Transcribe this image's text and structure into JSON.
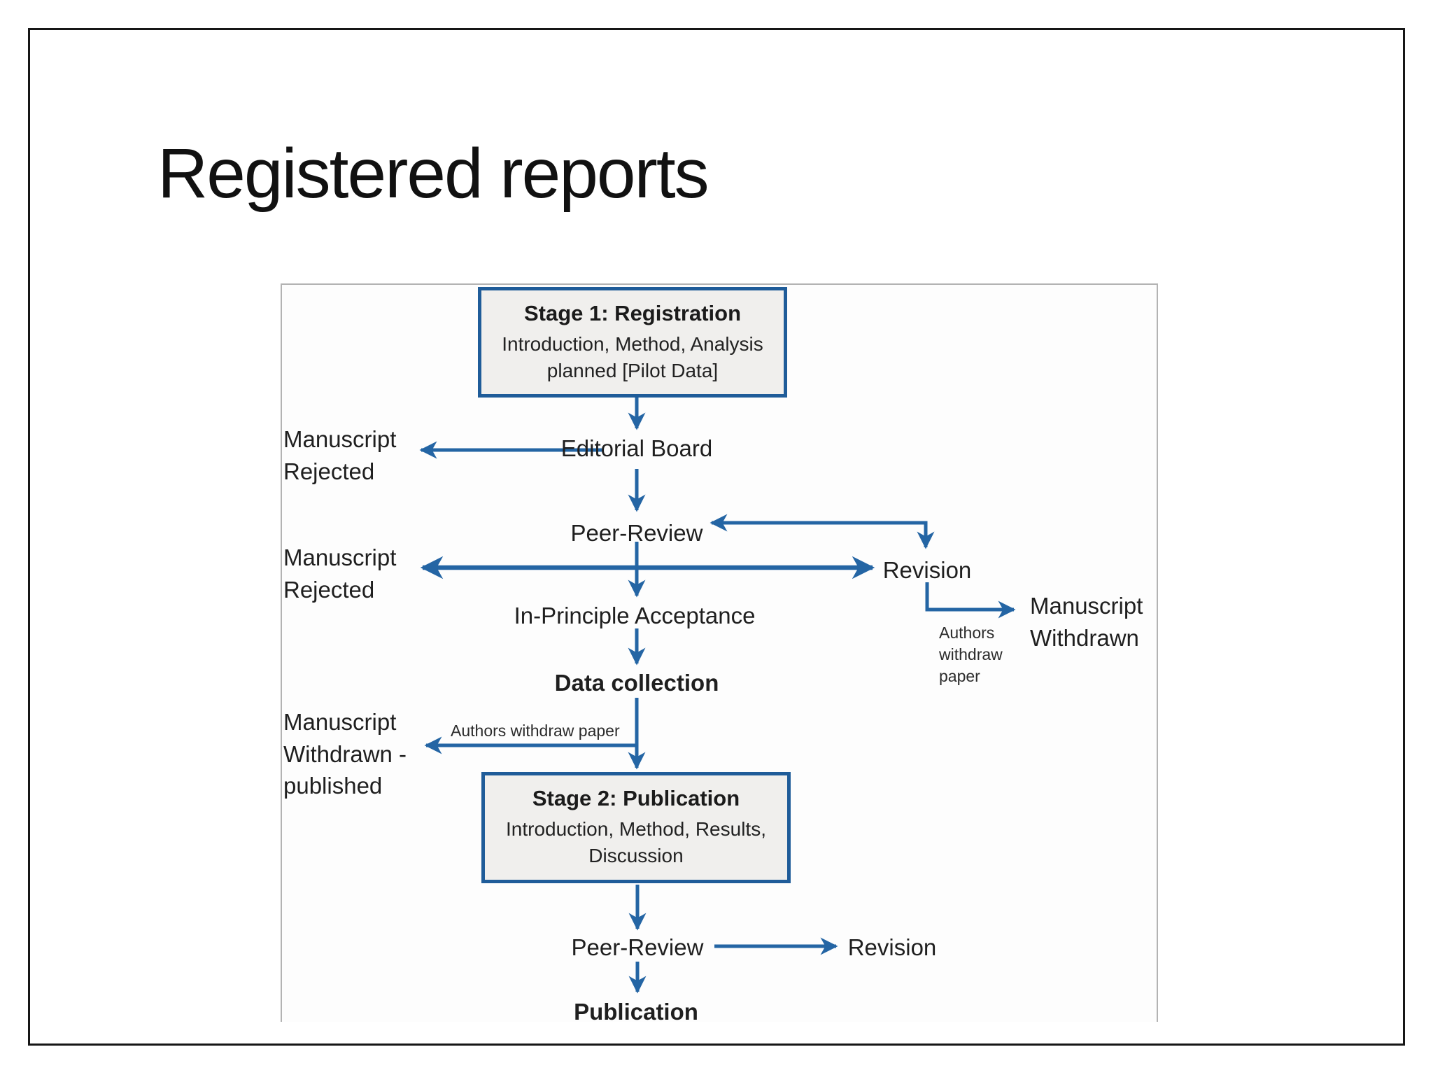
{
  "slide": {
    "title": "Registered reports"
  },
  "colors": {
    "arrow_blue": "#2465a4",
    "box_border_blue": "#1f5c99",
    "box_fill": "#f0efed",
    "panel_border": "#b3b3b3",
    "slide_border": "#161616",
    "text": "#1f1f1f"
  },
  "diagram": {
    "stage1": {
      "title": "Stage 1: Registration",
      "body": "Introduction, Method, Analysis\nplanned [Pilot Data]"
    },
    "stage2": {
      "title": "Stage 2: Publication",
      "body": "Introduction, Method, Results,\nDiscussion"
    },
    "nodes": {
      "editorial_board": "Editorial Board",
      "peer_review_1": "Peer-Review",
      "revision_1": "Revision",
      "in_principle_acceptance": "In-Principle Acceptance",
      "data_collection": "Data collection",
      "peer_review_2": "Peer-Review",
      "revision_2": "Revision",
      "publication": "Publication"
    },
    "labels": {
      "manuscript_rejected_1": "Manuscript\nRejected",
      "manuscript_rejected_2": "Manuscript\nRejected",
      "manuscript_withdrawn_published": "Manuscript\nWithdrawn -\npublished",
      "manuscript_withdrawn": "Manuscript\nWithdrawn",
      "authors_withdraw_right": "Authors\nwithdraw\npaper",
      "authors_withdraw_left": "Authors withdraw paper"
    }
  }
}
